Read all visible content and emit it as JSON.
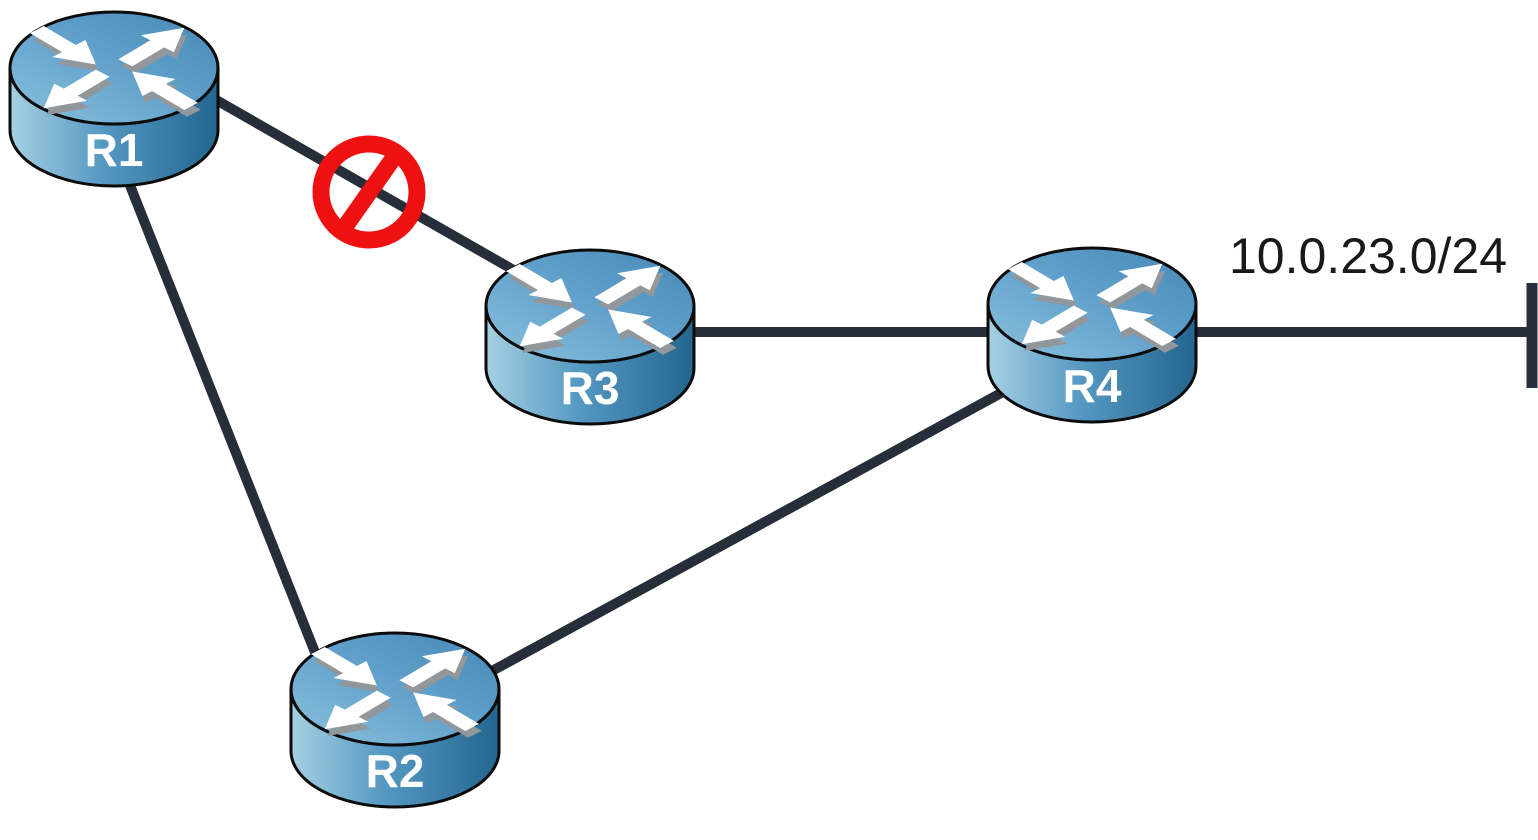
{
  "diagram": {
    "type": "network-topology",
    "network_label": "10.0.23.0/24",
    "routers": [
      {
        "id": "r1",
        "label": "R1"
      },
      {
        "id": "r2",
        "label": "R2"
      },
      {
        "id": "r3",
        "label": "R3"
      },
      {
        "id": "r4",
        "label": "R4"
      }
    ],
    "links": [
      {
        "from": "R1",
        "to": "R3",
        "status": "blocked"
      },
      {
        "from": "R1",
        "to": "R2",
        "status": "up"
      },
      {
        "from": "R2",
        "to": "R4",
        "status": "up"
      },
      {
        "from": "R3",
        "to": "R4",
        "status": "up"
      },
      {
        "from": "R4",
        "to": "10.0.23.0/24",
        "status": "up"
      }
    ],
    "icons": {
      "router": "cisco-router-icon",
      "blocked": "no-prohibition-icon",
      "lan": "lan-segment-bar"
    },
    "colors": {
      "link": "#262e3a",
      "blocked": "#ee1111",
      "router_top": "#5d9fc9",
      "router_side": "#2e7096",
      "label_text": "#191919",
      "background": "#ffffff"
    }
  }
}
